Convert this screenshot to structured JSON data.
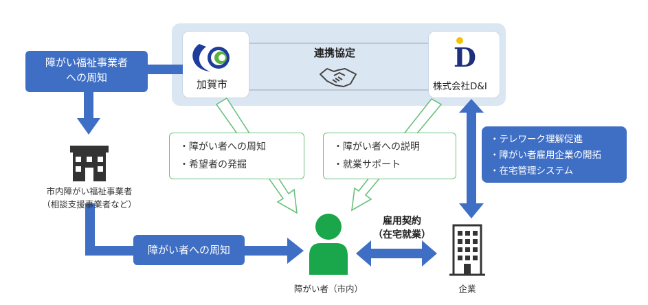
{
  "welfare_notice_box": {
    "line1": "障がい福祉事業者",
    "line2": "への周知"
  },
  "partner": {
    "kaga_label": "加賀市",
    "agreement_label": "連携協定",
    "di_label": "株式会社D&I",
    "di_logo_letter": "D"
  },
  "city_support": {
    "items": [
      "・障がい者への周知",
      "・希望者の発掘"
    ]
  },
  "di_support": {
    "items": [
      "・障がい者への説明",
      "・就業サポート"
    ]
  },
  "telework_support": {
    "items": [
      "・テレワーク理解促進",
      "・障がい者雇用企業の開拓",
      "・在宅管理システム"
    ]
  },
  "welfare_office": {
    "line1": "市内障がい福祉事業者",
    "line2": "（相談支援事業者など）"
  },
  "notice_bottom": "障がい者への周知",
  "contract": {
    "line1": "雇用契約",
    "line2": "（在宅就業）"
  },
  "person_caption": "障がい者（市内）",
  "company_caption": "企業",
  "icons": {
    "kaga_logo": "kaga-city-logo",
    "di_logo": "di-logo",
    "handshake": "handshake-icon",
    "welfare_building": "building-icon",
    "person": "person-icon",
    "company_building": "office-building-icon"
  },
  "colors": {
    "blue": "#3f6fc4",
    "green": "#69c07c",
    "person_green": "#1aa64a",
    "band": "#dbe6f3"
  }
}
